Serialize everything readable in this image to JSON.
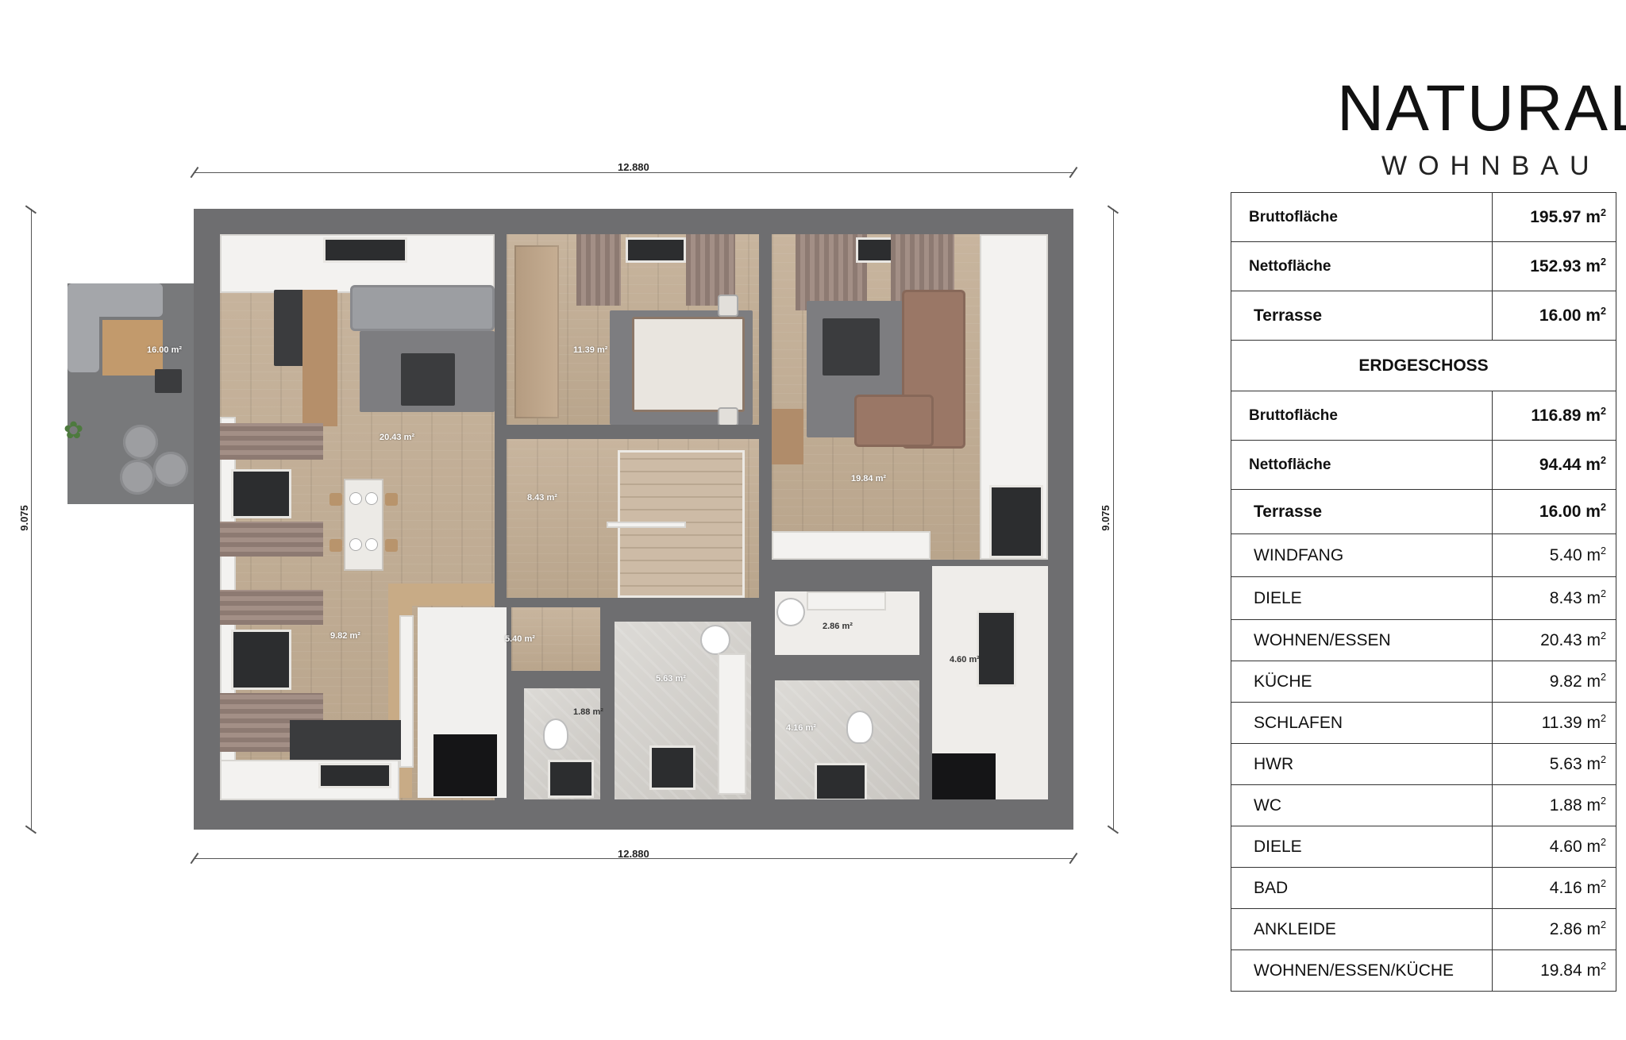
{
  "logo": {
    "title": "NATURAL",
    "subtitle": "WOHNBAU"
  },
  "dimensions": {
    "width_top": "12.880",
    "width_bottom": "12.880",
    "height_left": "9.075",
    "height_right": "9.075"
  },
  "plan_labels": {
    "terrace": "16.00 m²",
    "wohnen_essen": "20.43 m²",
    "schlafen": "11.39 m²",
    "diele": "8.43 m²",
    "wohnen_essen_kueche": "19.84 m²",
    "kueche": "9.82 m²",
    "windfang": "5.40 m²",
    "wc": "1.88 m²",
    "hwr": "5.63 m²",
    "ankleide": "2.86 m²",
    "diele2": "4.60 m²",
    "bad": "4.16 m²"
  },
  "summary": [
    {
      "name": "Bruttofläche",
      "value": "195.97 m",
      "sup": "2"
    },
    {
      "name": "Nettofläche",
      "value": "152.93 m",
      "sup": "2"
    },
    {
      "name": "Terrasse",
      "value": "16.00 m",
      "sup": "2"
    }
  ],
  "section_title": "ERDGESCHOSS",
  "floor_summary": [
    {
      "name": "Bruttofläche",
      "value": "116.89 m",
      "sup": "2"
    },
    {
      "name": "Nettofläche",
      "value": "94.44 m",
      "sup": "2"
    },
    {
      "name": "Terrasse",
      "value": "16.00 m",
      "sup": "2"
    }
  ],
  "rooms": [
    {
      "name": "WINDFANG",
      "value": "5.40 m",
      "sup": "2"
    },
    {
      "name": "DIELE",
      "value": "8.43 m",
      "sup": "2"
    },
    {
      "name": "WOHNEN/ESSEN",
      "value": "20.43 m",
      "sup": "2"
    },
    {
      "name": "KÜCHE",
      "value": "9.82 m",
      "sup": "2"
    },
    {
      "name": "SCHLAFEN",
      "value": "11.39 m",
      "sup": "2"
    },
    {
      "name": "HWR",
      "value": "5.63 m",
      "sup": "2"
    },
    {
      "name": "WC",
      "value": "1.88 m",
      "sup": "2"
    },
    {
      "name": "DIELE",
      "value": "4.60 m",
      "sup": "2"
    },
    {
      "name": "BAD",
      "value": "4.16 m",
      "sup": "2"
    },
    {
      "name": "ANKLEIDE",
      "value": "2.86 m",
      "sup": "2"
    },
    {
      "name": "WOHNEN/ESSEN/KÜCHE",
      "value": "19.84 m",
      "sup": "2"
    }
  ]
}
